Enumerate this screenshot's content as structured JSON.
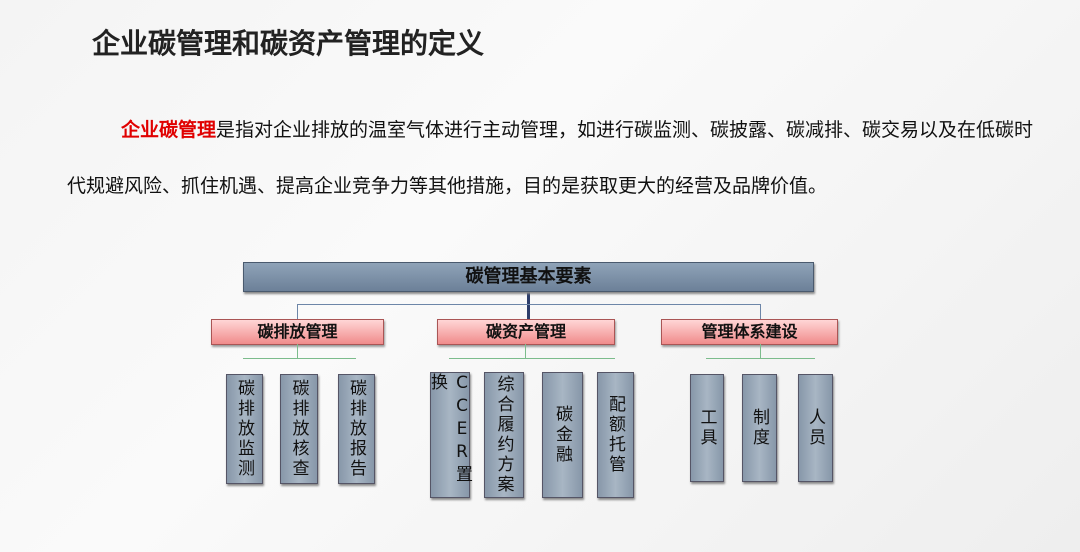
{
  "title": "企业碳管理和碳资产管理的定义",
  "paragraph": {
    "highlight": "企业碳管理",
    "text": "是指对企业排放的温室气体进行主动管理，如进行碳监测、碳披露、碳减排、碳交易以及在低碳时代规避风险、抓住机遇、提高企业竞争力等其他措施，目的是获取更大的经营及品牌价值。"
  },
  "diagram": {
    "root": "碳管理基本要素",
    "groups": [
      {
        "label": "碳排放管理",
        "items": [
          "碳排放监测",
          "碳排放核查",
          "碳排放报告"
        ]
      },
      {
        "label": "碳资产管理",
        "items": [
          "CCER置换",
          "综合履约方案",
          "碳金融",
          "配额托管"
        ]
      },
      {
        "label": "管理体系建设",
        "items": [
          "工具",
          "制度",
          "人员"
        ]
      }
    ]
  },
  "colors": {
    "highlight": "#e00000",
    "root_fill": "#7a8ea5",
    "group_fill": "#f5a9a9",
    "leaf_fill": "#9aa9b9"
  }
}
